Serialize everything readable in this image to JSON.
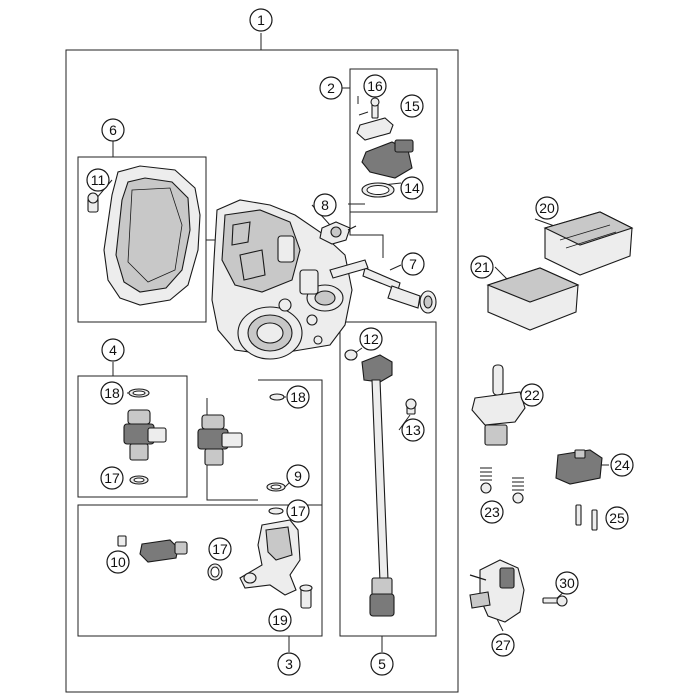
{
  "diagram": {
    "callouts": {
      "c1": "1",
      "c2": "2",
      "c3": "3",
      "c4": "4",
      "c5": "5",
      "c6": "6",
      "c7": "7",
      "c8": "8",
      "c9": "9",
      "c10": "10",
      "c11": "11",
      "c12": "12",
      "c13": "13",
      "c14": "14",
      "c15": "15",
      "c16": "16",
      "c17a": "17",
      "c17b": "17",
      "c17c": "17",
      "c18a": "18",
      "c18b": "18",
      "c19": "19",
      "c20": "20",
      "c21": "21",
      "c22": "22",
      "c23": "23",
      "c24": "24",
      "c25": "25",
      "c27": "27",
      "c30": "30"
    }
  },
  "colors": {
    "line": "#1a1a1a",
    "part_fill": "#ededed",
    "dark_fill": "#7a7a7a"
  }
}
